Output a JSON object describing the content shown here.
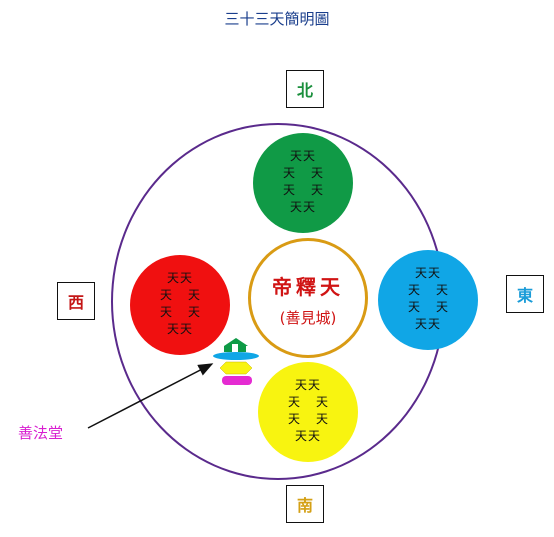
{
  "title": "三十三天簡明圖",
  "directions": {
    "north": {
      "label": "北",
      "color": "#1a8f3c"
    },
    "south": {
      "label": "南",
      "color": "#d4a015"
    },
    "east": {
      "label": "東",
      "color": "#1a9cd8"
    },
    "west": {
      "label": "西",
      "color": "#c41616"
    }
  },
  "center": {
    "name": "帝釋天",
    "subtitle": "(善見城)",
    "ring_color": "#d99b14",
    "text_color": "#d01414"
  },
  "heaven_char": "天",
  "heavens": [
    {
      "id": "north",
      "color": "#109a46"
    },
    {
      "id": "west",
      "color": "#f01010"
    },
    {
      "id": "east",
      "color": "#10a6e6"
    },
    {
      "id": "south",
      "color": "#f8f410"
    }
  ],
  "hall": {
    "label": "善法堂",
    "color": "#d81ed0"
  },
  "outer_ring_color": "#5a2a8c"
}
